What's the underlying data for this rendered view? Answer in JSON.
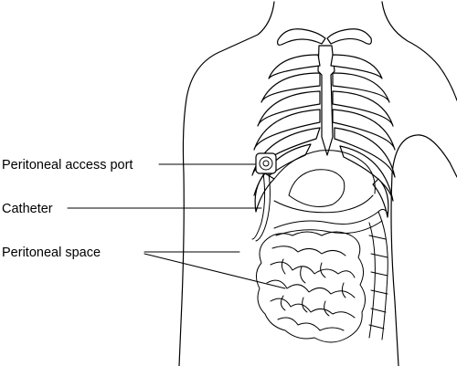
{
  "labels": {
    "port": "Peritoneal access port",
    "catheter": "Catheter",
    "space": "Peritoneal space"
  }
}
